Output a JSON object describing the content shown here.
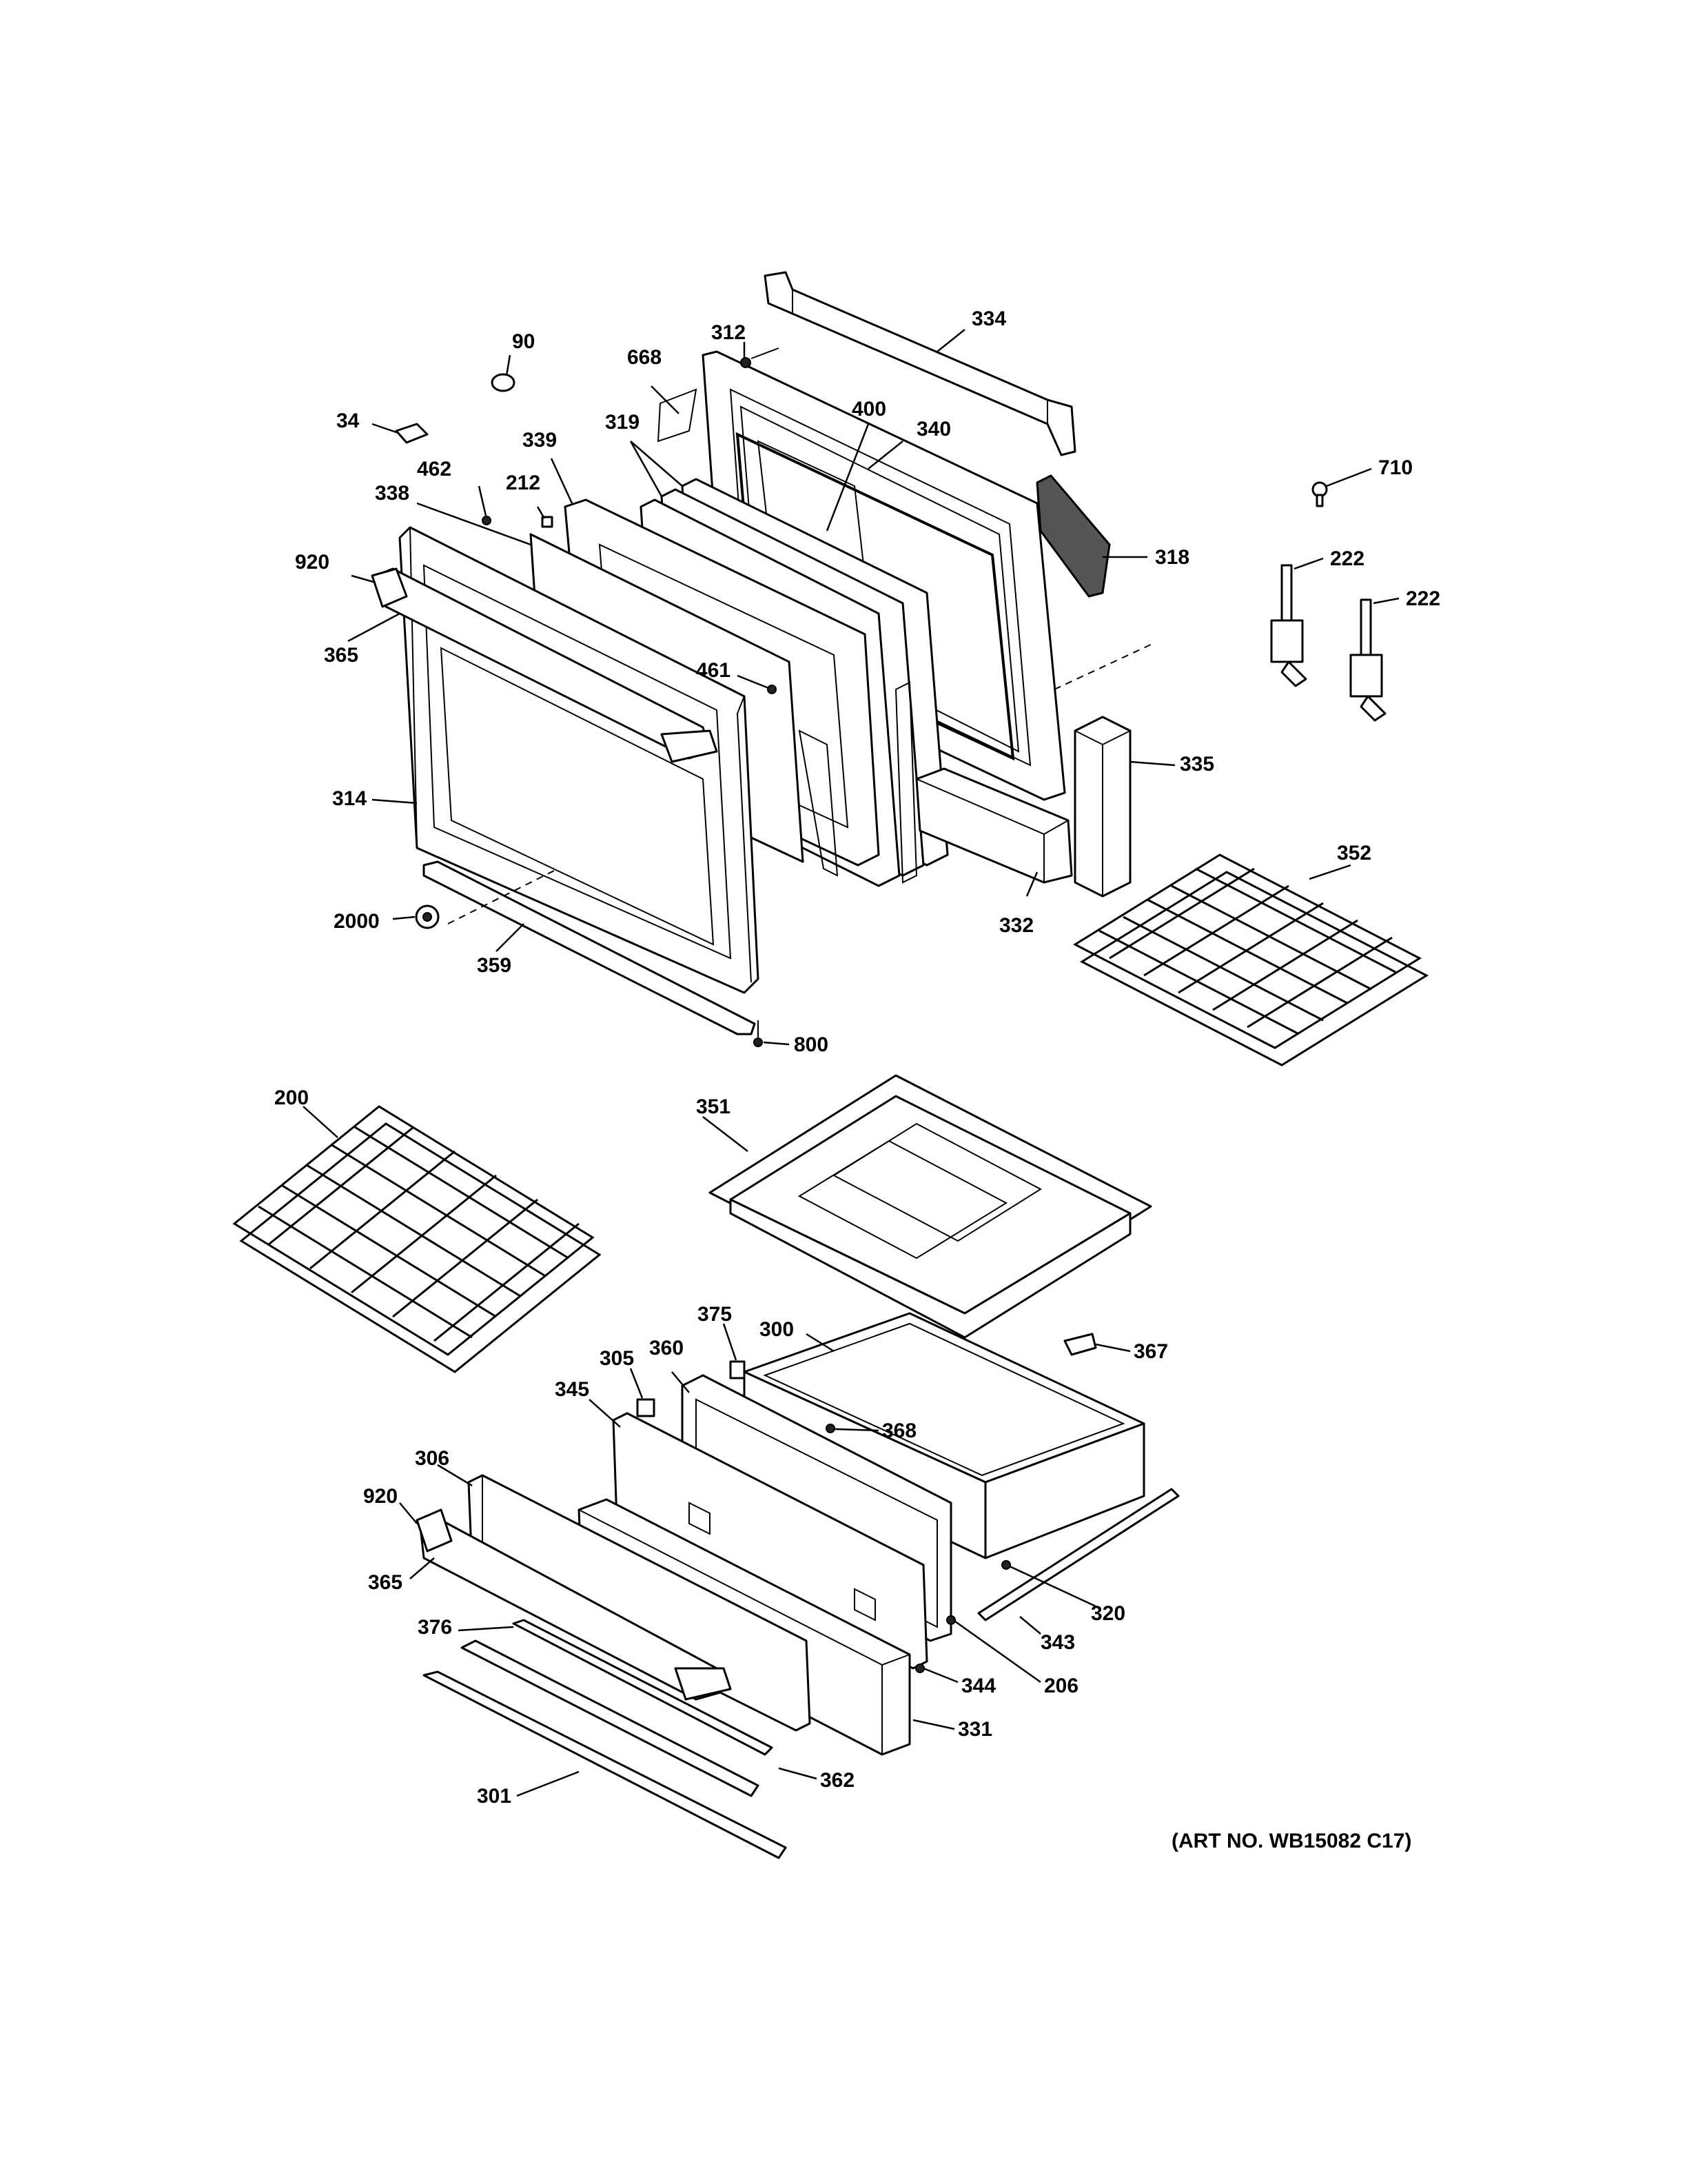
{
  "art_number": "(ART NO. WB15082 C17)",
  "callouts": [
    {
      "id": "c334",
      "text": "334"
    },
    {
      "id": "c312",
      "text": "312"
    },
    {
      "id": "c90",
      "text": "90"
    },
    {
      "id": "c668",
      "text": "668"
    },
    {
      "id": "c400",
      "text": "400"
    },
    {
      "id": "c340",
      "text": "340"
    },
    {
      "id": "c34",
      "text": "34"
    },
    {
      "id": "c319",
      "text": "319"
    },
    {
      "id": "c339",
      "text": "339"
    },
    {
      "id": "c462",
      "text": "462"
    },
    {
      "id": "c212",
      "text": "212"
    },
    {
      "id": "c338",
      "text": "338"
    },
    {
      "id": "c710",
      "text": "710"
    },
    {
      "id": "c318",
      "text": "318"
    },
    {
      "id": "c222a",
      "text": "222"
    },
    {
      "id": "c222b",
      "text": "222"
    },
    {
      "id": "c920a",
      "text": "920"
    },
    {
      "id": "c365a",
      "text": "365"
    },
    {
      "id": "c461",
      "text": "461"
    },
    {
      "id": "c335",
      "text": "335"
    },
    {
      "id": "c314",
      "text": "314"
    },
    {
      "id": "c352",
      "text": "352"
    },
    {
      "id": "c332",
      "text": "332"
    },
    {
      "id": "c2000",
      "text": "2000"
    },
    {
      "id": "c359",
      "text": "359"
    },
    {
      "id": "c800",
      "text": "800"
    },
    {
      "id": "c200",
      "text": "200"
    },
    {
      "id": "c351",
      "text": "351"
    },
    {
      "id": "c375",
      "text": "375"
    },
    {
      "id": "c300",
      "text": "300"
    },
    {
      "id": "c367",
      "text": "367"
    },
    {
      "id": "c305",
      "text": "305"
    },
    {
      "id": "c360",
      "text": "360"
    },
    {
      "id": "c345",
      "text": "345"
    },
    {
      "id": "c368",
      "text": "368"
    },
    {
      "id": "c306",
      "text": "306"
    },
    {
      "id": "c920b",
      "text": "920"
    },
    {
      "id": "c365b",
      "text": "365"
    },
    {
      "id": "c320",
      "text": "320"
    },
    {
      "id": "c343",
      "text": "343"
    },
    {
      "id": "c376",
      "text": "376"
    },
    {
      "id": "c344",
      "text": "344"
    },
    {
      "id": "c206",
      "text": "206"
    },
    {
      "id": "c331",
      "text": "331"
    },
    {
      "id": "c362",
      "text": "362"
    },
    {
      "id": "c301",
      "text": "301"
    }
  ]
}
